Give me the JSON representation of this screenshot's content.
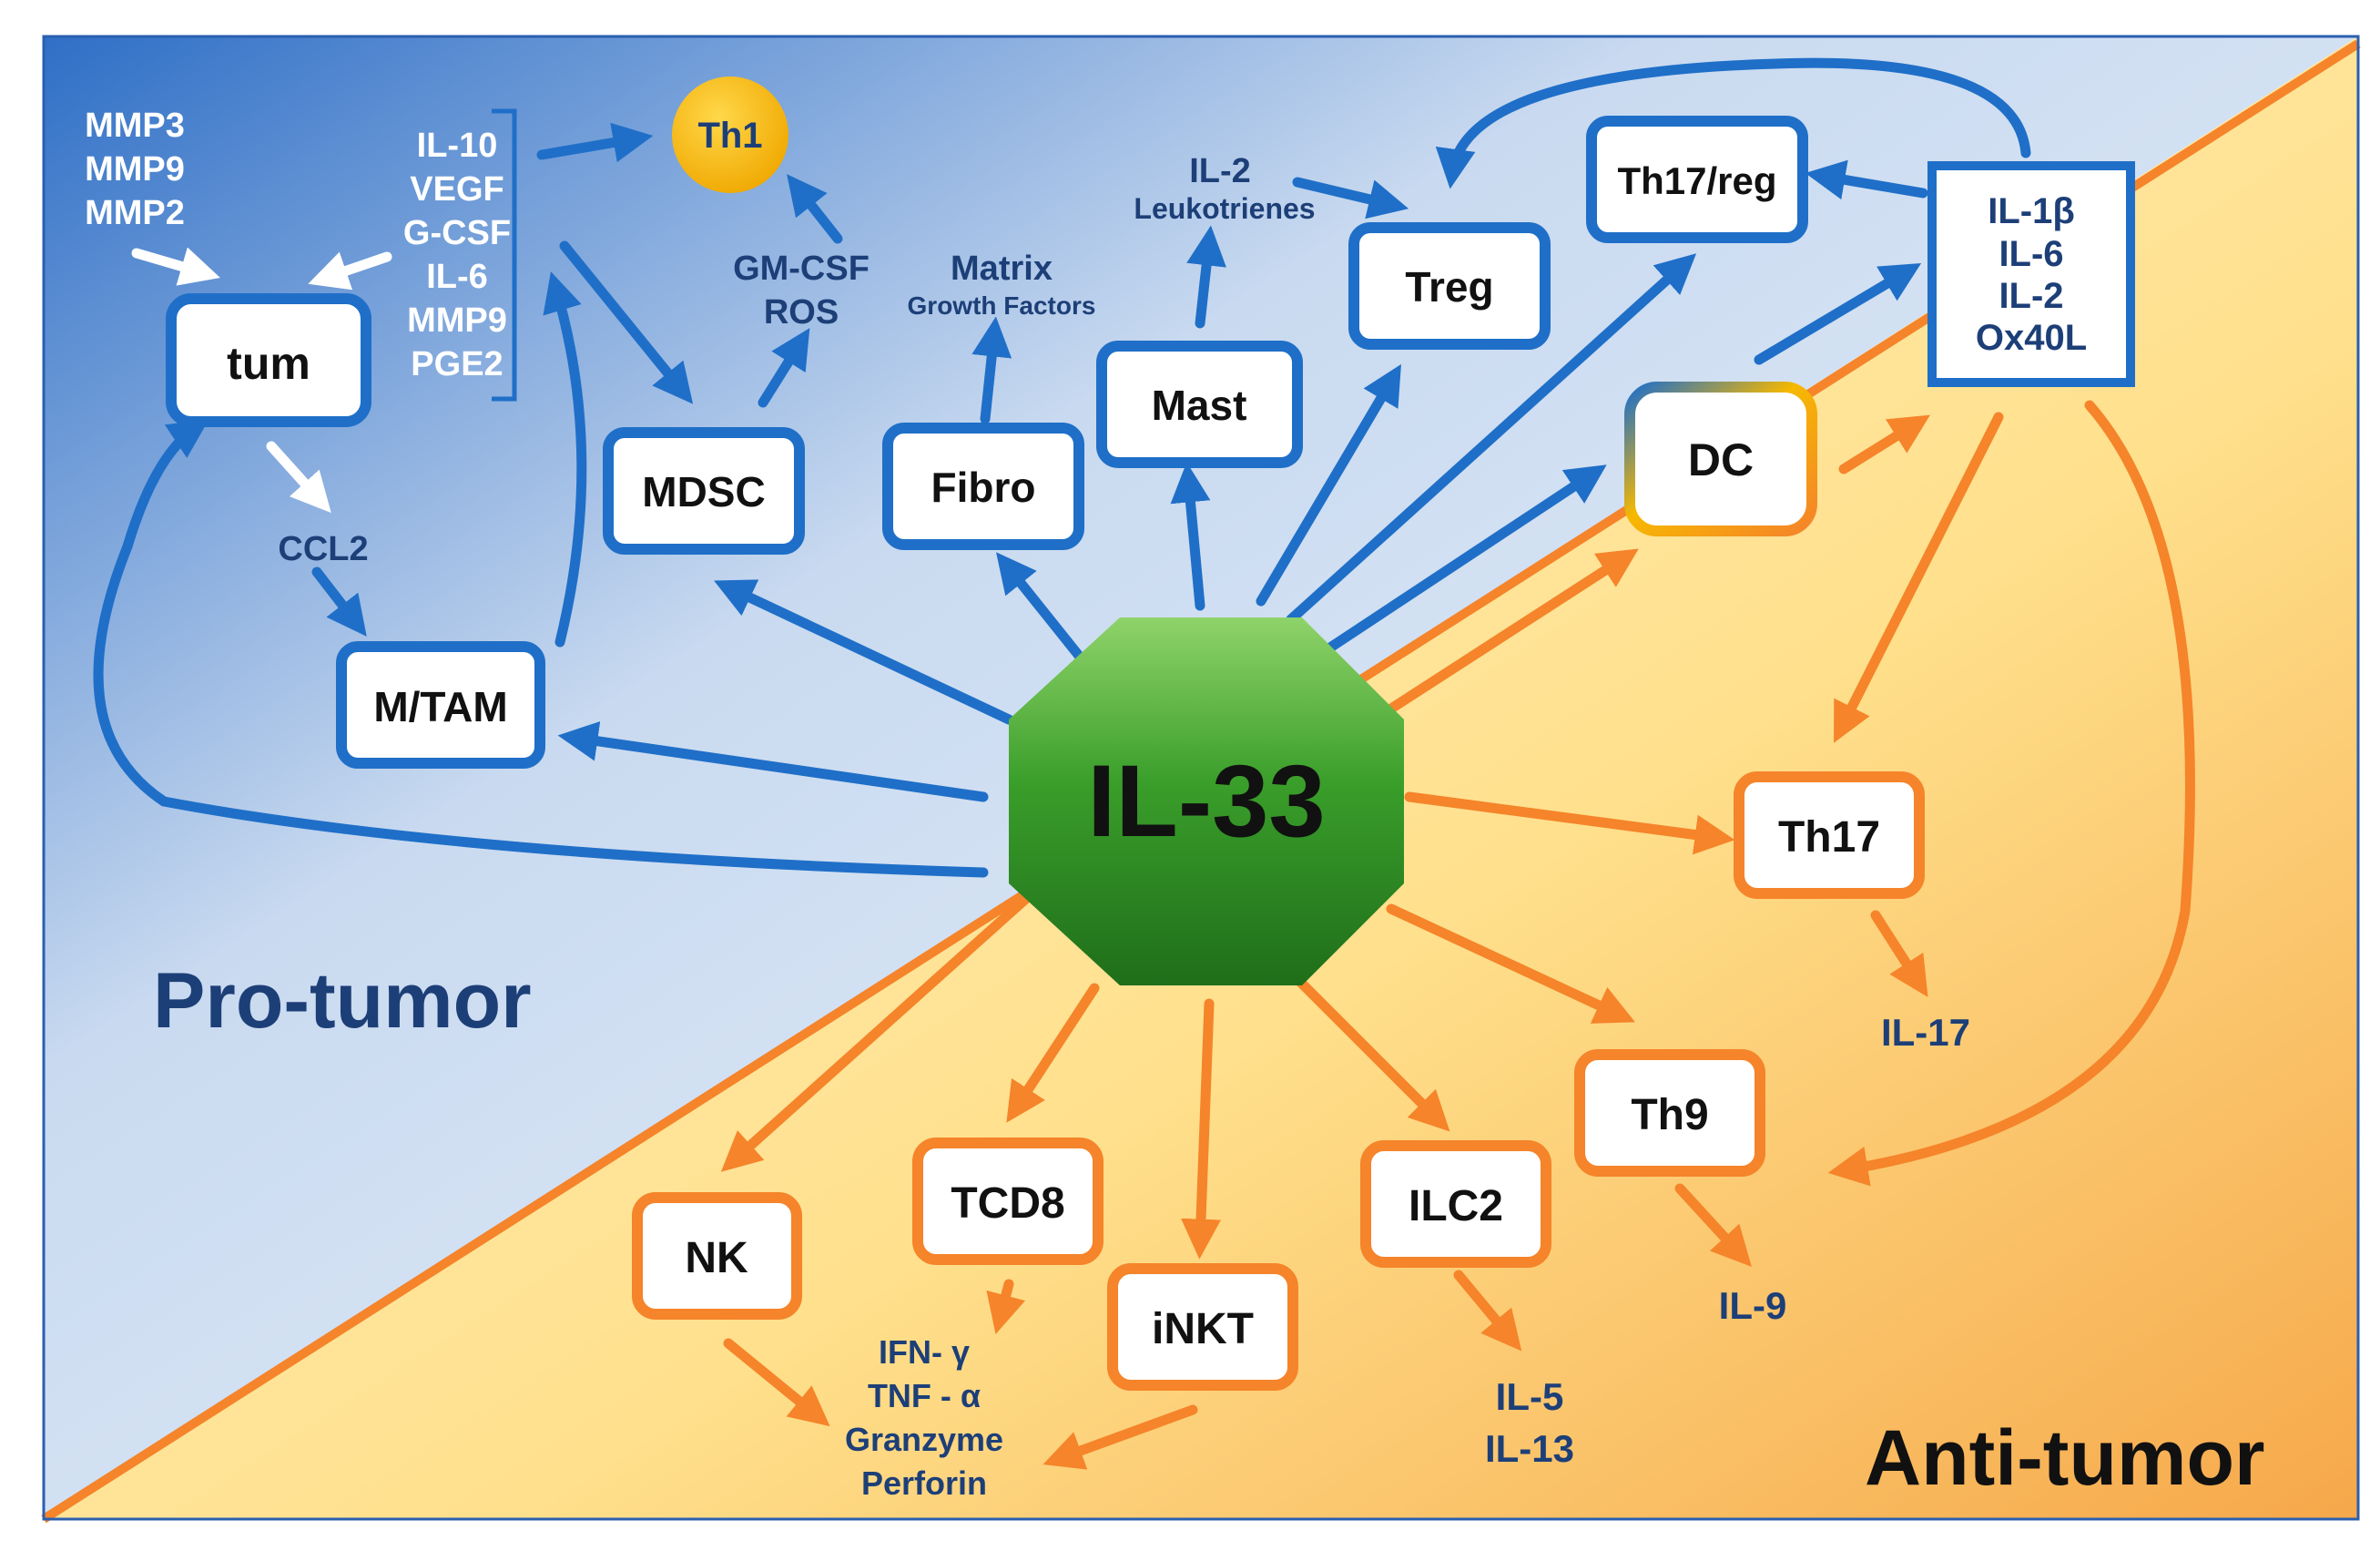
{
  "colors": {
    "pro_blue": "#1f6fc8",
    "anti_orange": "#f5842a",
    "dark_navy": "#1d3f78",
    "il33_green": "#2e8b1e",
    "th1_yellow": "#f6b800",
    "text_white": "#ffffff",
    "text_black": "#111111"
  },
  "regions": {
    "pro_label": "Pro-tumor",
    "anti_label": "Anti-tumor"
  },
  "center": {
    "label": "IL-33"
  },
  "pro_nodes": {
    "tum": "tum",
    "mtam": "M/TAM",
    "mdsc": "MDSC",
    "fibro": "Fibro",
    "mast": "Mast",
    "treg": "Treg",
    "th17reg": "Th17/reg",
    "dc": "DC",
    "th1": "Th1"
  },
  "anti_nodes": {
    "th17": "Th17",
    "th9": "Th9",
    "ilc2": "ILC2",
    "inkt": "iNKT",
    "tcd8": "TCD8",
    "nk": "NK"
  },
  "box_cytokines": {
    "lines": [
      "IL-1β",
      "IL-6",
      "IL-2",
      "Ox40L"
    ]
  },
  "labels": {
    "mmp_group": [
      "MMP3",
      "MMP9",
      "MMP2"
    ],
    "secreted_group": [
      "IL-10",
      "VEGF",
      "G-CSF",
      "IL-6",
      "MMP9",
      "PGE2"
    ],
    "ccl2": "CCL2",
    "gmcsf_ros": [
      "GM-CSF",
      "ROS"
    ],
    "matrix": "Matrix",
    "growth_factors": "Growth Factors",
    "il2": "IL-2",
    "leukotrienes": "Leukotrienes",
    "il17": "IL-17",
    "il9": "IL-9",
    "il5_il13": [
      "IL-5",
      "IL-13"
    ],
    "effector_group": [
      "IFN- γ",
      "TNF - α",
      "Granzyme",
      "Perforin"
    ]
  }
}
